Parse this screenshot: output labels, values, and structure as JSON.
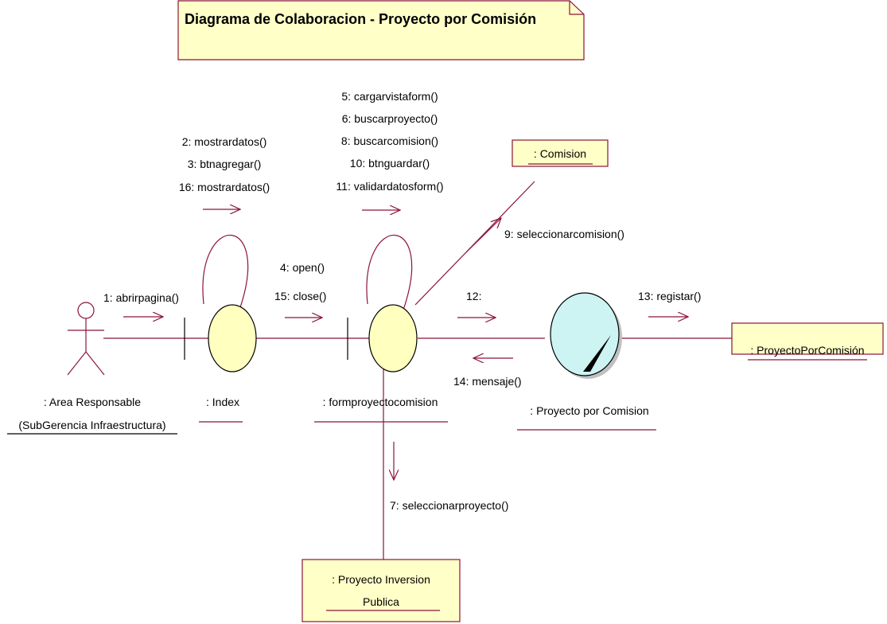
{
  "title": "Diagrama de Colaboracion - Proyecto por Comisión",
  "messages": {
    "m1": "1: abrirpagina()",
    "m2": "2: mostrardatos()",
    "m3": "3: btnagregar()",
    "m16": "16: mostrardatos()",
    "m5": "5: cargarvistaform()",
    "m6": "6: buscarproyecto()",
    "m8": "8: buscarcomision()",
    "m10": "10: btnguardar()",
    "m11": "11: validardatosform()",
    "m4": "4: open()",
    "m15": "15: close()",
    "m9": "9: seleccionarcomision()",
    "m12": "12:",
    "m13": "13: registar()",
    "m14": "14: mensaje()",
    "m7": "7: seleccionarproyecto()"
  },
  "objects": {
    "actor_line1": ": Area Responsable",
    "actor_line2": "(SubGerencia Infraestructura)",
    "index": ": Index",
    "form": ": formproyectocomision",
    "entity": ": Proyecto por Comision",
    "comision": ": Comision",
    "proyectoporcomision": ": ProyectoPorComisión",
    "inversion_line1": ": Proyecto Inversion",
    "inversion_line2": "Publica"
  },
  "colors": {
    "link": "#8b1538",
    "note_fill": "#ffffc8",
    "object_fill": "#ffffc0",
    "entity_fill": "#cdf3f3"
  }
}
